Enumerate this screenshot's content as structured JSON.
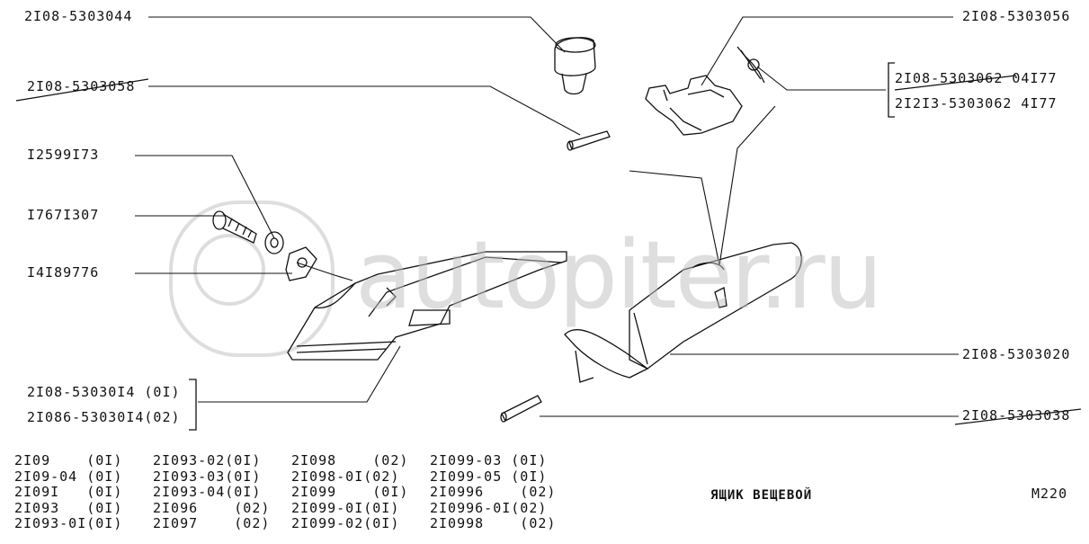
{
  "watermark": {
    "text": "autopiter.ru"
  },
  "labels": {
    "l1": "2I08-5303044",
    "l2": "2I08-5303058",
    "l3": "I2599I73",
    "l4": "I767I307",
    "l5": "I4I89776",
    "l6": "2I08-53030I4 (0I)",
    "l7": "2I086-53030I4(02)",
    "r1": "2I08-5303056",
    "r2": "2I08-5303062  04I77",
    "r3": "2I2I3-5303062  4I77",
    "r4": "2I08-5303020",
    "r5": "2I08-5303038"
  },
  "applicability": [
    [
      "2I09    (0I)",
      "2I093-02(0I)",
      "2I098    (02)",
      "2I099-03 (0I)"
    ],
    [
      "2I09-04 (0I)",
      "2I093-03(0I)",
      "2I098-0I(02)",
      "2I099-05 (0I)"
    ],
    [
      "2I09I   (0I)",
      "2I093-04(0I)",
      "2I099    (0I)",
      "2I0996    (02)"
    ],
    [
      "2I093   (0I)",
      "2I096    (02)",
      "2I099-0I(0I)",
      "2I0996-0I(02)"
    ],
    [
      "2I093-0I(0I)",
      "2I097    (02)",
      "2I099-02(0I)",
      "2I0998    (02)"
    ]
  ],
  "title": "ЯЩИК ВЕЩЕВОЙ",
  "page_code": "M220"
}
